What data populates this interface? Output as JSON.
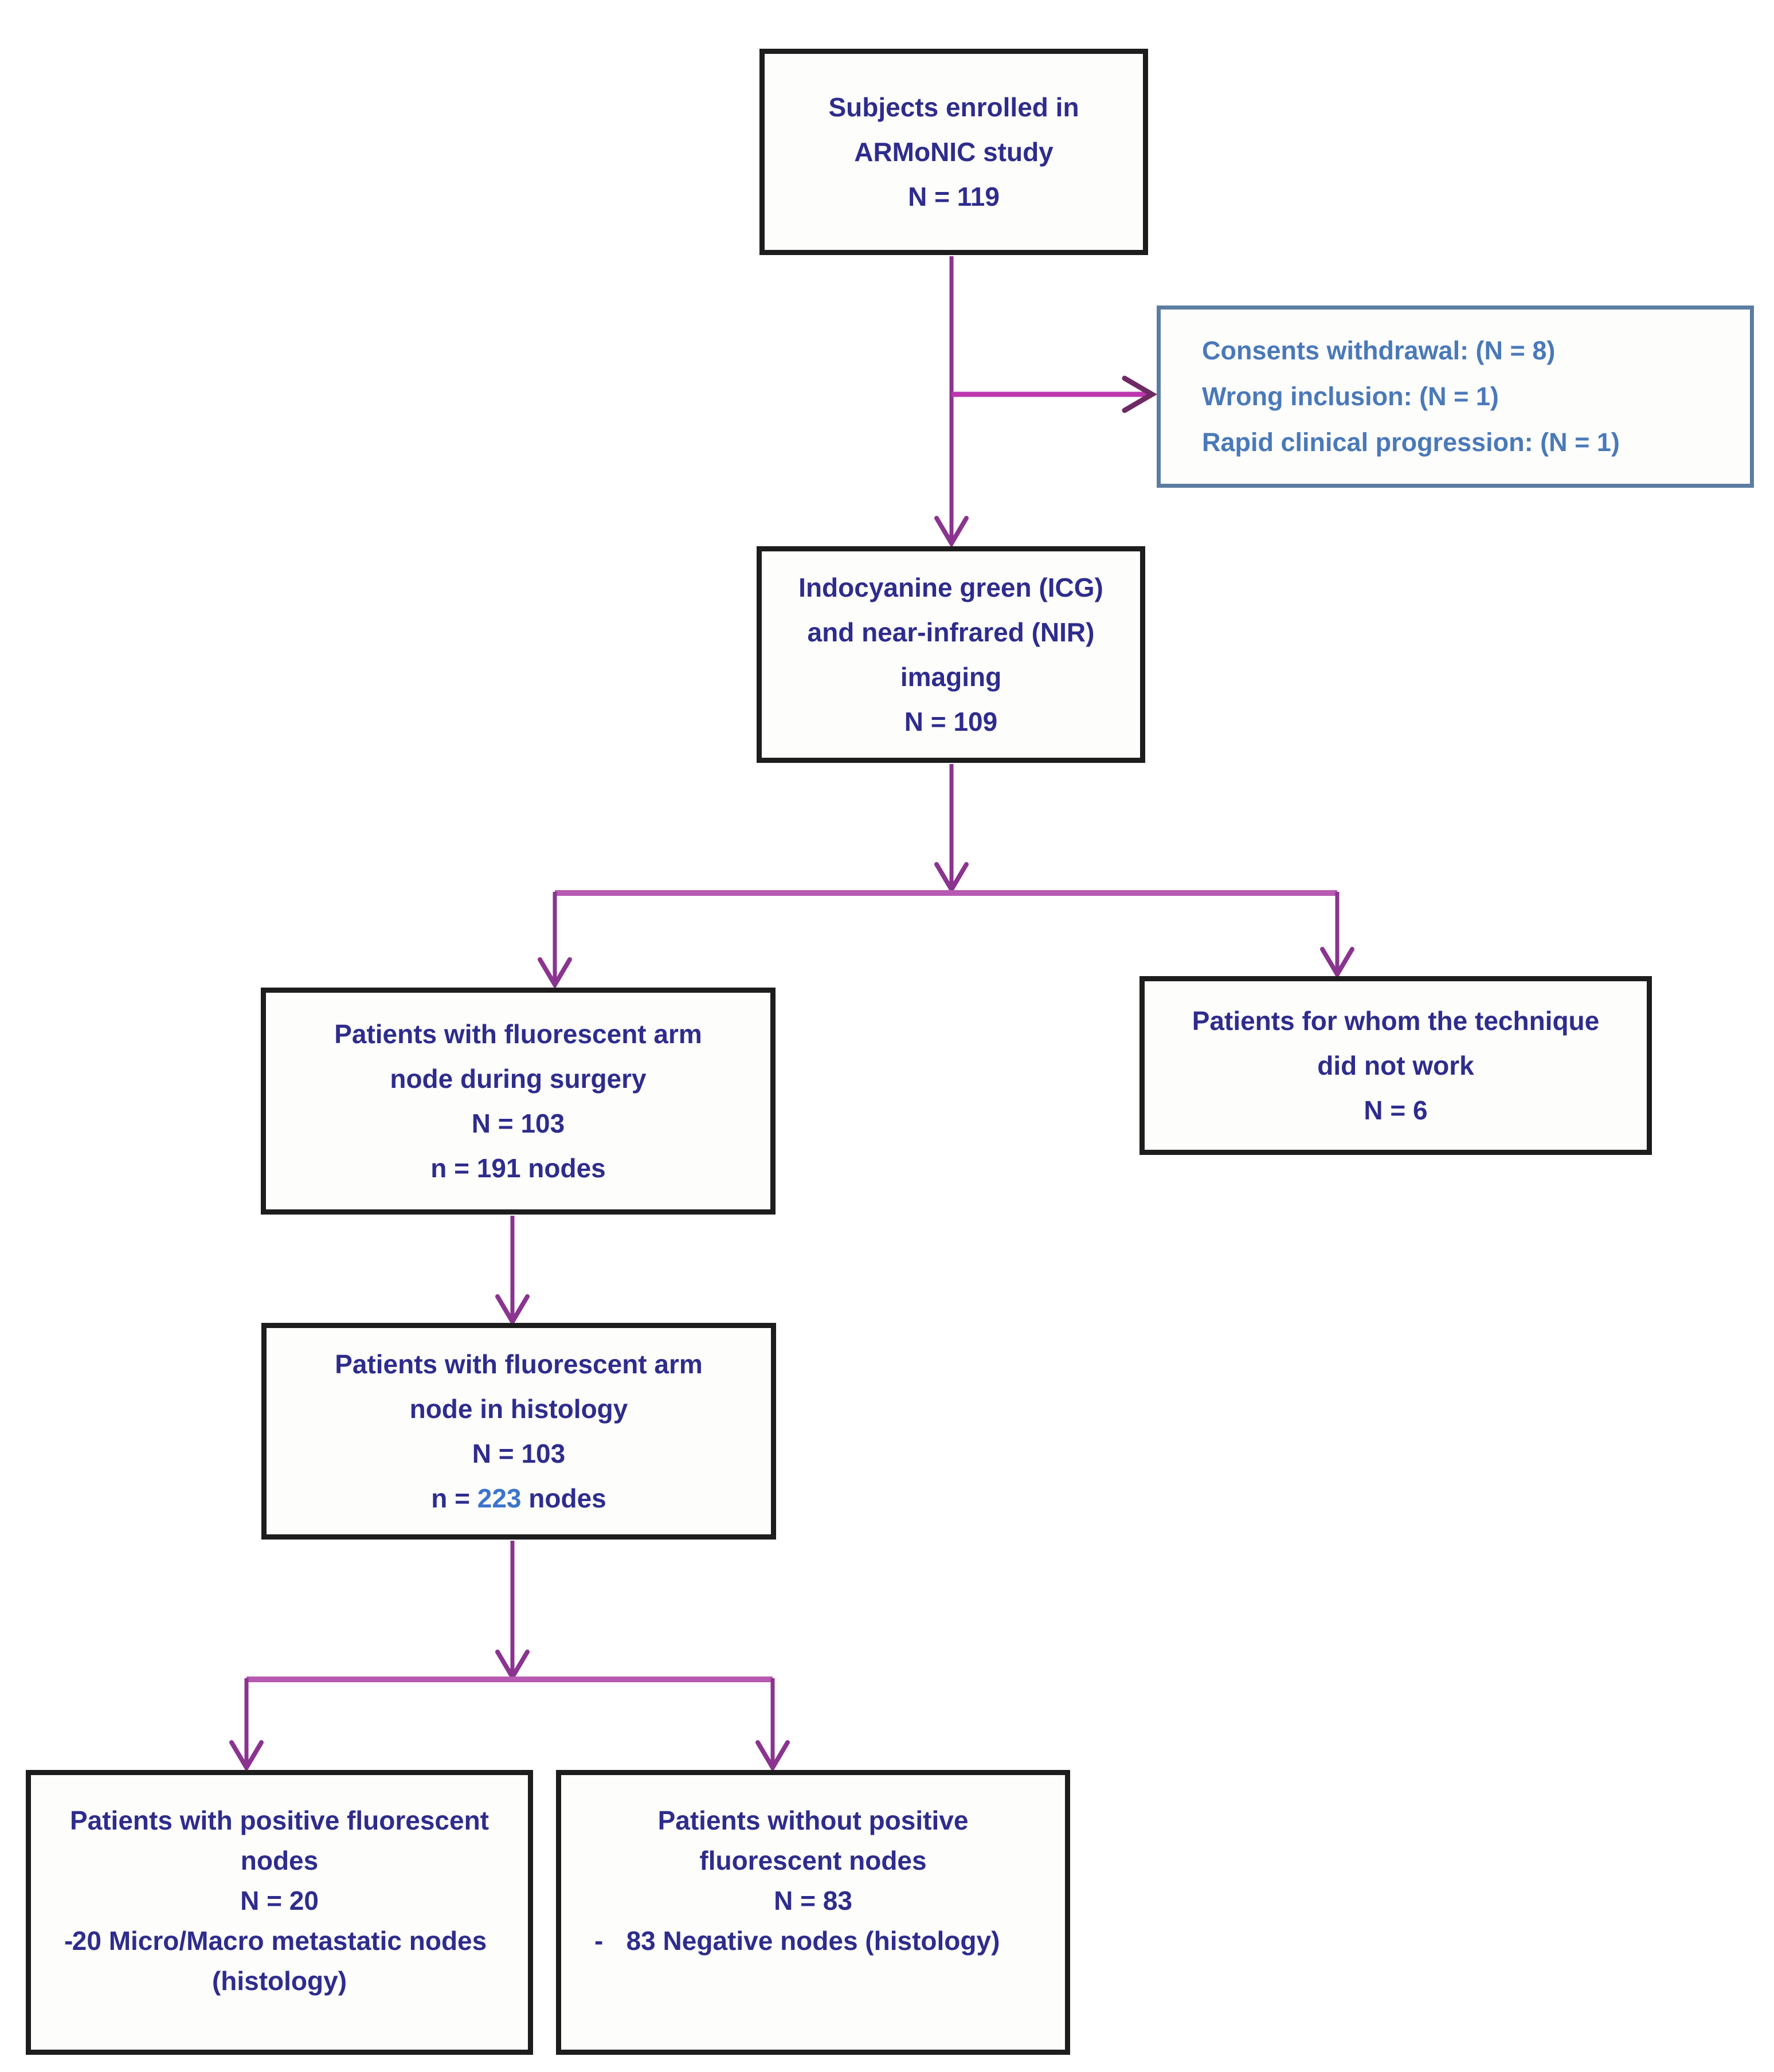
{
  "diagram": {
    "type": "flowchart",
    "colors": {
      "box_border": "#1d1d1d",
      "box_fill": "#fdfdfb",
      "text_navy": "#2e2c8c",
      "exclusion_border": "#5c7da2",
      "exclusion_text": "#4a79b8",
      "highlight_blue": "#3c74cc",
      "arrow_purple": "#8a3490",
      "arrow_magenta": "#bb36ae",
      "arrow_light_purple": "#b75ab2",
      "arrowhead_dark": "#6e2a62"
    },
    "boxes": {
      "enrolled": {
        "lines": [
          "Subjects enrolled in",
          "ARMoNIC study",
          "N = 119"
        ]
      },
      "exclusion": {
        "lines": [
          "Consents withdrawal: (N = 8)",
          "Wrong inclusion: (N = 1)",
          "Rapid clinical progression: (N = 1)"
        ]
      },
      "icg": {
        "lines": [
          "Indocyanine green (ICG)",
          "and near-infrared (NIR)",
          "imaging",
          "N = 109"
        ]
      },
      "surgery": {
        "lines": [
          "Patients with fluorescent arm",
          "node during surgery",
          "N = 103",
          "n = 191 nodes"
        ]
      },
      "technique": {
        "lines": [
          "Patients for whom the technique",
          "did not work",
          "N = 6"
        ]
      },
      "histology": {
        "lines": [
          "Patients with fluorescent arm",
          "node in histology",
          "N = 103"
        ],
        "n_line": {
          "prefix": "n = ",
          "value": "223",
          "suffix": " nodes"
        }
      },
      "positive": {
        "lines": [
          "Patients with positive fluorescent",
          "nodes",
          "N = 20"
        ],
        "bullet": {
          "dash": "-",
          "text": "20 Micro/Macro metastatic nodes (histology)"
        }
      },
      "negative": {
        "lines": [
          "Patients without positive",
          "fluorescent nodes",
          "N = 83"
        ],
        "bullet": {
          "dash": "-",
          "text": "83 Negative nodes (histology)"
        }
      }
    }
  }
}
